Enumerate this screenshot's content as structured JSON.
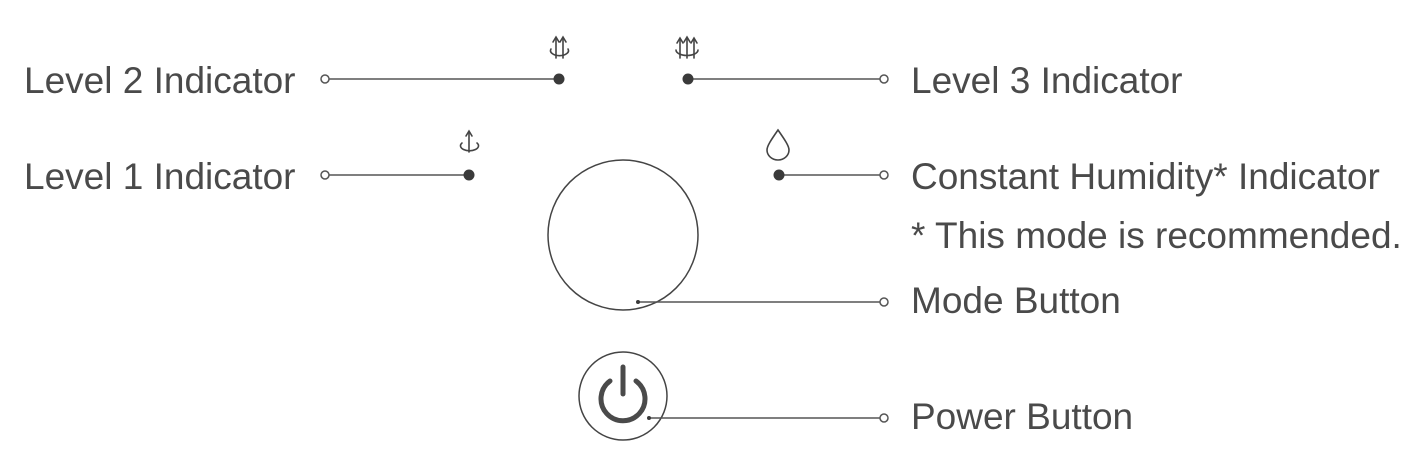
{
  "labels": {
    "level2": "Level 2 Indicator",
    "level3": "Level 3 Indicator",
    "level1": "Level 1 Indicator",
    "humidity": "Constant Humidity* Indicator",
    "note": "* This mode is recommended.",
    "mode": "Mode Button",
    "power": "Power Button"
  },
  "colors": {
    "text": "#4a4a4a",
    "line": "#555555",
    "dot": "#3a3a3a"
  },
  "icons": {
    "level1": "single-arrow-up-icon",
    "level2": "double-arrow-up-icon",
    "level3": "triple-arrow-up-icon",
    "humidity": "water-drop-icon",
    "power": "power-icon"
  }
}
